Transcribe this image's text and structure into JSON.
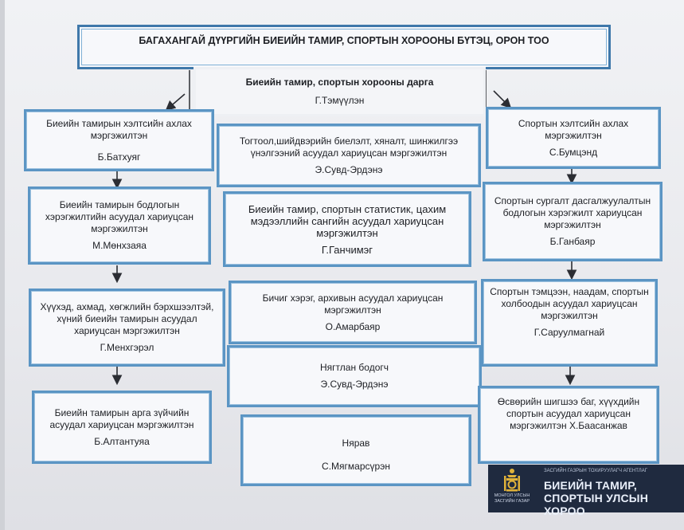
{
  "title": "БАГАХАНГАЙ ДҮҮРГИЙН БИЕИЙН ТАМИР, СПОРТЫН ХОРООНЫ БҮТЭЦ, ОРОН ТОО",
  "head": {
    "role": "Биеийн тамир, спортын хорооны дарга",
    "name": "Г.Тэмүүлэн"
  },
  "left": [
    {
      "role": "Биеийн тамирын хэлтсийн ахлах мэргэжилтэн",
      "name": "Б.Батхуяг"
    },
    {
      "role": "Биеийн тамирын бодлогын хэрэгжилтийн асуудал хариуцсан мэргэжилтэн",
      "name": "М.Мөнхзаяа"
    },
    {
      "role": "Хүүхэд, ахмад, хөгжлийн бэрхшээлтэй, хүний биеийн тамирын асуудал хариуцсан мэргэжилтэн",
      "name": "Г.Менхгэрэл"
    },
    {
      "role": "Биеийн тамирын арга зүйчийн асуудал хариуцсан мэргэжилтэн",
      "name": "Б.Алтантуяа"
    }
  ],
  "center": [
    {
      "role": "Тогтоол,шийдвэрийн биелэлт, хяналт, шинжилгээ үнэлгээний асуудал хариуцсан мэргэжилтэн",
      "name": "Э.Сувд-Эрдэнэ"
    },
    {
      "role": "Биеийн тамир, спортын статистик, цахим мэдээллийн сангийн асуудал хариуцсан мэргэжилтэн",
      "name": "Г.Ганчимэг"
    },
    {
      "role": "Бичиг хэрэг, архивын асуудал хариуцсан мэргэжилтэн",
      "name": "О.Амарбаяр"
    },
    {
      "role": "Нягтлан бодогч",
      "name": "Э.Сувд-Эрдэнэ"
    },
    {
      "role": "Нярав",
      "name": "С.Мягмарсүрэн"
    }
  ],
  "right": [
    {
      "role": "Спортын хэлтсийн ахлах мэргэжилтэн",
      "name": "С.Бумцэнд"
    },
    {
      "role": "Спортын сургалт дасгалжуулалтын бодлогын хэрэгжилт хариуцсан мэргэжилтэн",
      "name": "Б.Ганбаяр"
    },
    {
      "role": "Спортын тэмцээн, наадам, спортын холбоодын асуудал хариуцсан мэргэжилтэн",
      "name": "Г.Саруулмагнай"
    },
    {
      "role": "Өсвөрийн шигшээ баг, хүүхдийн спортын асуудал хариуцсан мэргэжилтэн Х.Баасанжав",
      "name": ""
    }
  ],
  "logo": {
    "agency_small": "ЗАСГИЙН ГАЗРЫН ТОХИРУУЛАГЧ АГЕНТЛАГ",
    "agency_title": "БИЕИЙН ТАМИР, СПОРТЫН УЛСЫН ХОРОО",
    "gov_caption": "МОНГОЛ УЛСЫН ЗАСГИЙН ГАЗАР"
  },
  "colors": {
    "border": "#5b95c4",
    "emblem_bg": "#1f2a3f",
    "emblem_gold": "#e0b23a"
  }
}
